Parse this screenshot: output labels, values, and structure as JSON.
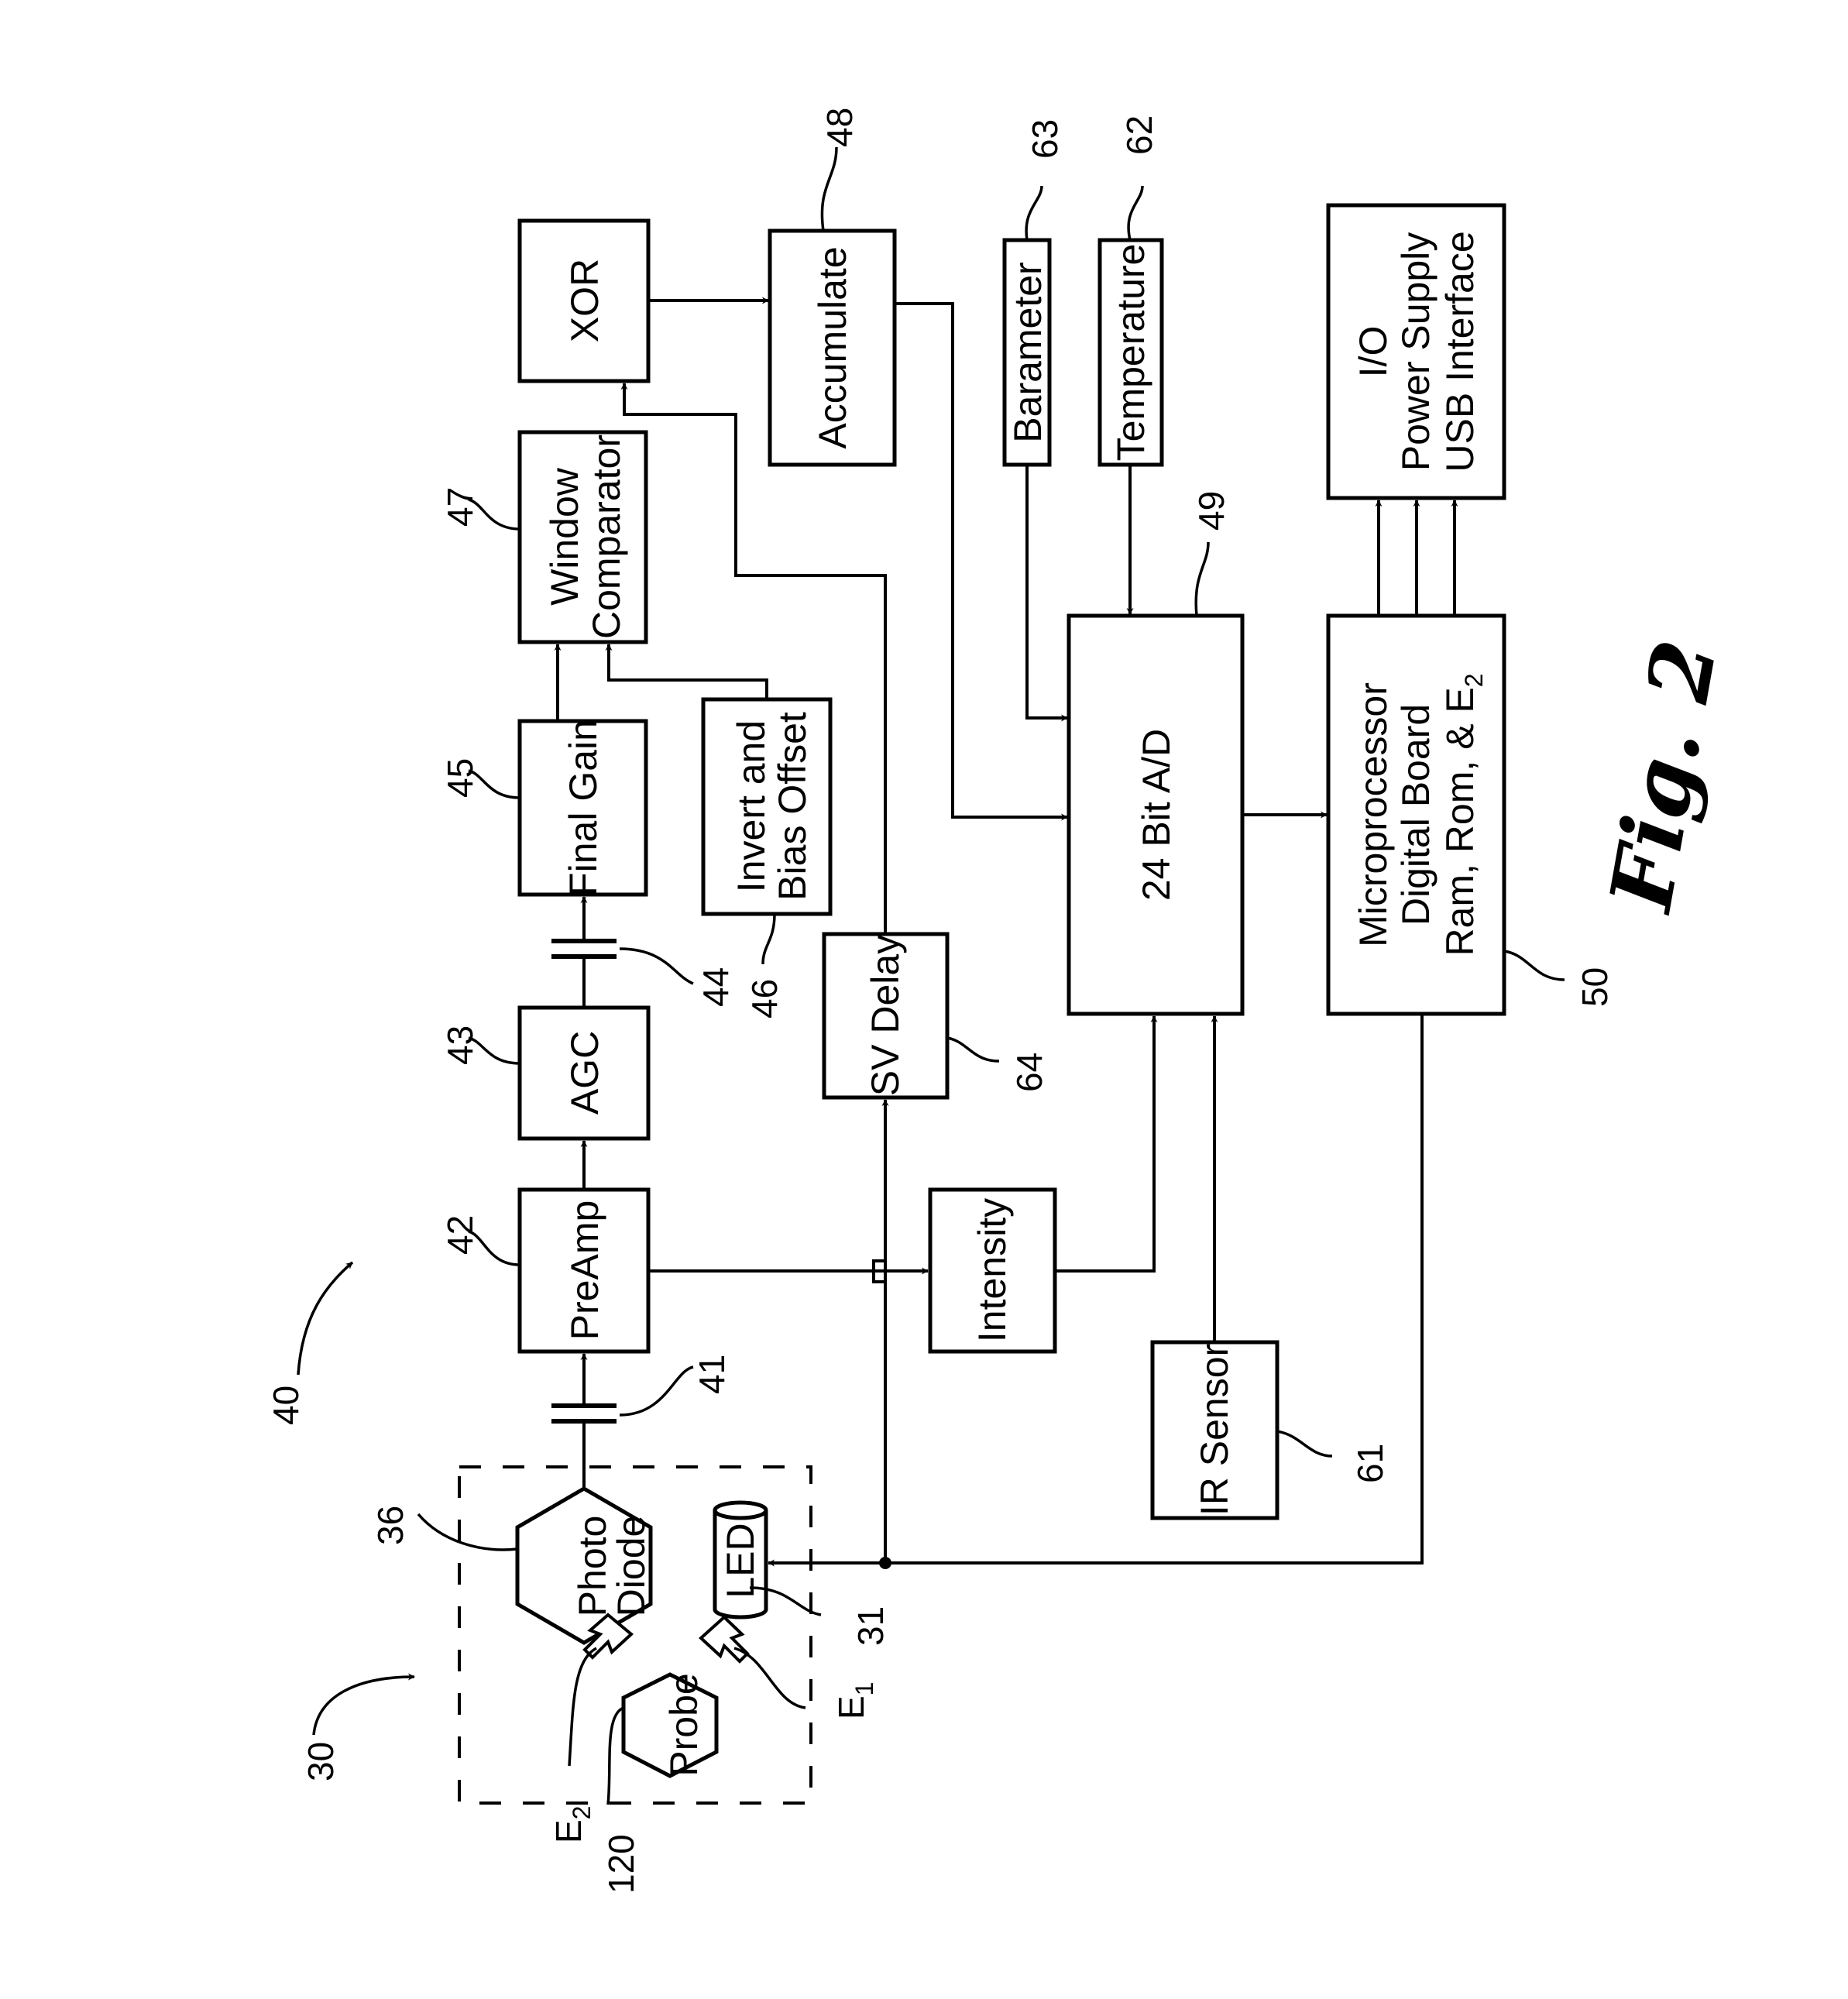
{
  "figure": {
    "caption": "Fig. 2",
    "colors": {
      "ink": "#000000",
      "background": "#ffffff"
    }
  },
  "blocks": {
    "xor": {
      "label": "XOR"
    },
    "accumulate": {
      "label": "Accumulate",
      "ref": "48"
    },
    "window_comparator": {
      "line1": "Window",
      "line2": "Comparator",
      "ref": "47"
    },
    "final_gain": {
      "label": "Final Gain",
      "ref": "45"
    },
    "invert_bias": {
      "line1": "Invert and",
      "line2": "Bias Offset",
      "ref": "46"
    },
    "agc": {
      "label": "AGC",
      "ref": "43"
    },
    "preamp": {
      "label": "PreAmp",
      "ref": "42"
    },
    "sv_delay": {
      "label": "SV Delay",
      "ref": "64"
    },
    "intensity": {
      "label": "Intensity"
    },
    "ir_sensor": {
      "label": "IR Sensor",
      "ref": "61"
    },
    "barameter": {
      "label": "Barameter",
      "ref": "63"
    },
    "temperature": {
      "label": "Temperature",
      "ref": "62"
    },
    "adc": {
      "label": "24 Bit A/D",
      "ref": "49"
    },
    "microprocessor": {
      "line1": "Microprocessor",
      "line2": "Digital Board",
      "line3": "Ram, Rom, & E",
      "line3_sub": "2",
      "ref": "50"
    },
    "io": {
      "line1": "I/O",
      "line2": "Power Supply",
      "line3": "USB Interface"
    },
    "photodiode": {
      "line1": "Photo",
      "line2": "Diode",
      "ref": "36"
    },
    "led": {
      "label": "LED",
      "ref": "31"
    },
    "probe": {
      "label": "Probe",
      "ref": "120"
    }
  },
  "refs": {
    "system_40": "40",
    "sensor_30": "30",
    "cap_41": "41",
    "cap_44": "44",
    "e1": "E",
    "e1_sub": "1",
    "e2": "E",
    "e2_sub": "2"
  }
}
